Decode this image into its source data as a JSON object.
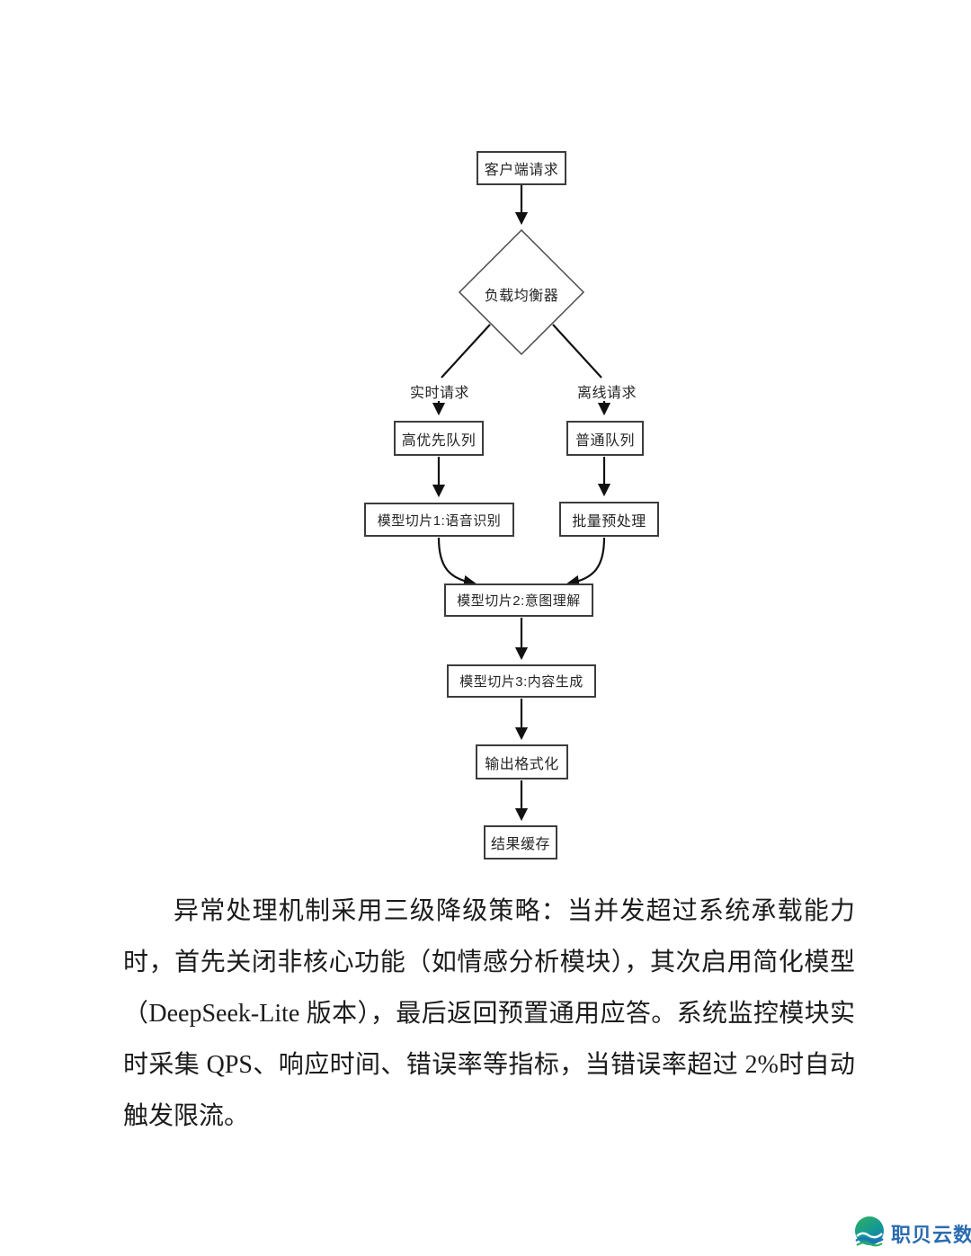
{
  "flowchart": {
    "nodes": {
      "client": {
        "label": "客户端请求"
      },
      "balancer": {
        "label": "负载均衡器",
        "shape": "diamond"
      },
      "high_queue": {
        "label": "高优先队列"
      },
      "normal_queue": {
        "label": "普通队列"
      },
      "slice1": {
        "label": "模型切片1:语音识别"
      },
      "batch": {
        "label": "批量预处理"
      },
      "slice2": {
        "label": "模型切片2:意图理解"
      },
      "slice3": {
        "label": "模型切片3:内容生成"
      },
      "format": {
        "label": "输出格式化"
      },
      "cache": {
        "label": "结果缓存"
      }
    },
    "edge_labels": {
      "realtime": "实时请求",
      "offline": "离线请求"
    },
    "edges": [
      {
        "from": "client",
        "to": "balancer"
      },
      {
        "from": "balancer",
        "to": "high_queue",
        "label": "实时请求"
      },
      {
        "from": "balancer",
        "to": "normal_queue",
        "label": "离线请求"
      },
      {
        "from": "high_queue",
        "to": "slice1"
      },
      {
        "from": "normal_queue",
        "to": "batch"
      },
      {
        "from": "slice1",
        "to": "slice2"
      },
      {
        "from": "batch",
        "to": "slice2"
      },
      {
        "from": "slice2",
        "to": "slice3"
      },
      {
        "from": "slice3",
        "to": "format"
      },
      {
        "from": "format",
        "to": "cache"
      }
    ],
    "colors": {
      "box_border": "#3c3c3c",
      "line": "#111111",
      "text": "#262626"
    }
  },
  "paragraph": {
    "text": "异常处理机制采用三级降级策略：当并发超过系统承载能力时，首先关闭非核心功能（如情感分析模块），其次启用简化模型（DeepSeek-Lite 版本），最后返回预置通用应答。系统监控模块实时采集 QPS、响应时间、错误率等指标，当错误率超过 2%时自动触发限流。"
  },
  "footer": {
    "logo_text": "职贝云数",
    "logo_text_color": "#2b6cb0",
    "logo_icon_colors": {
      "green": "#2fae62",
      "teal": "#159a93",
      "blue": "#1678b4"
    }
  }
}
